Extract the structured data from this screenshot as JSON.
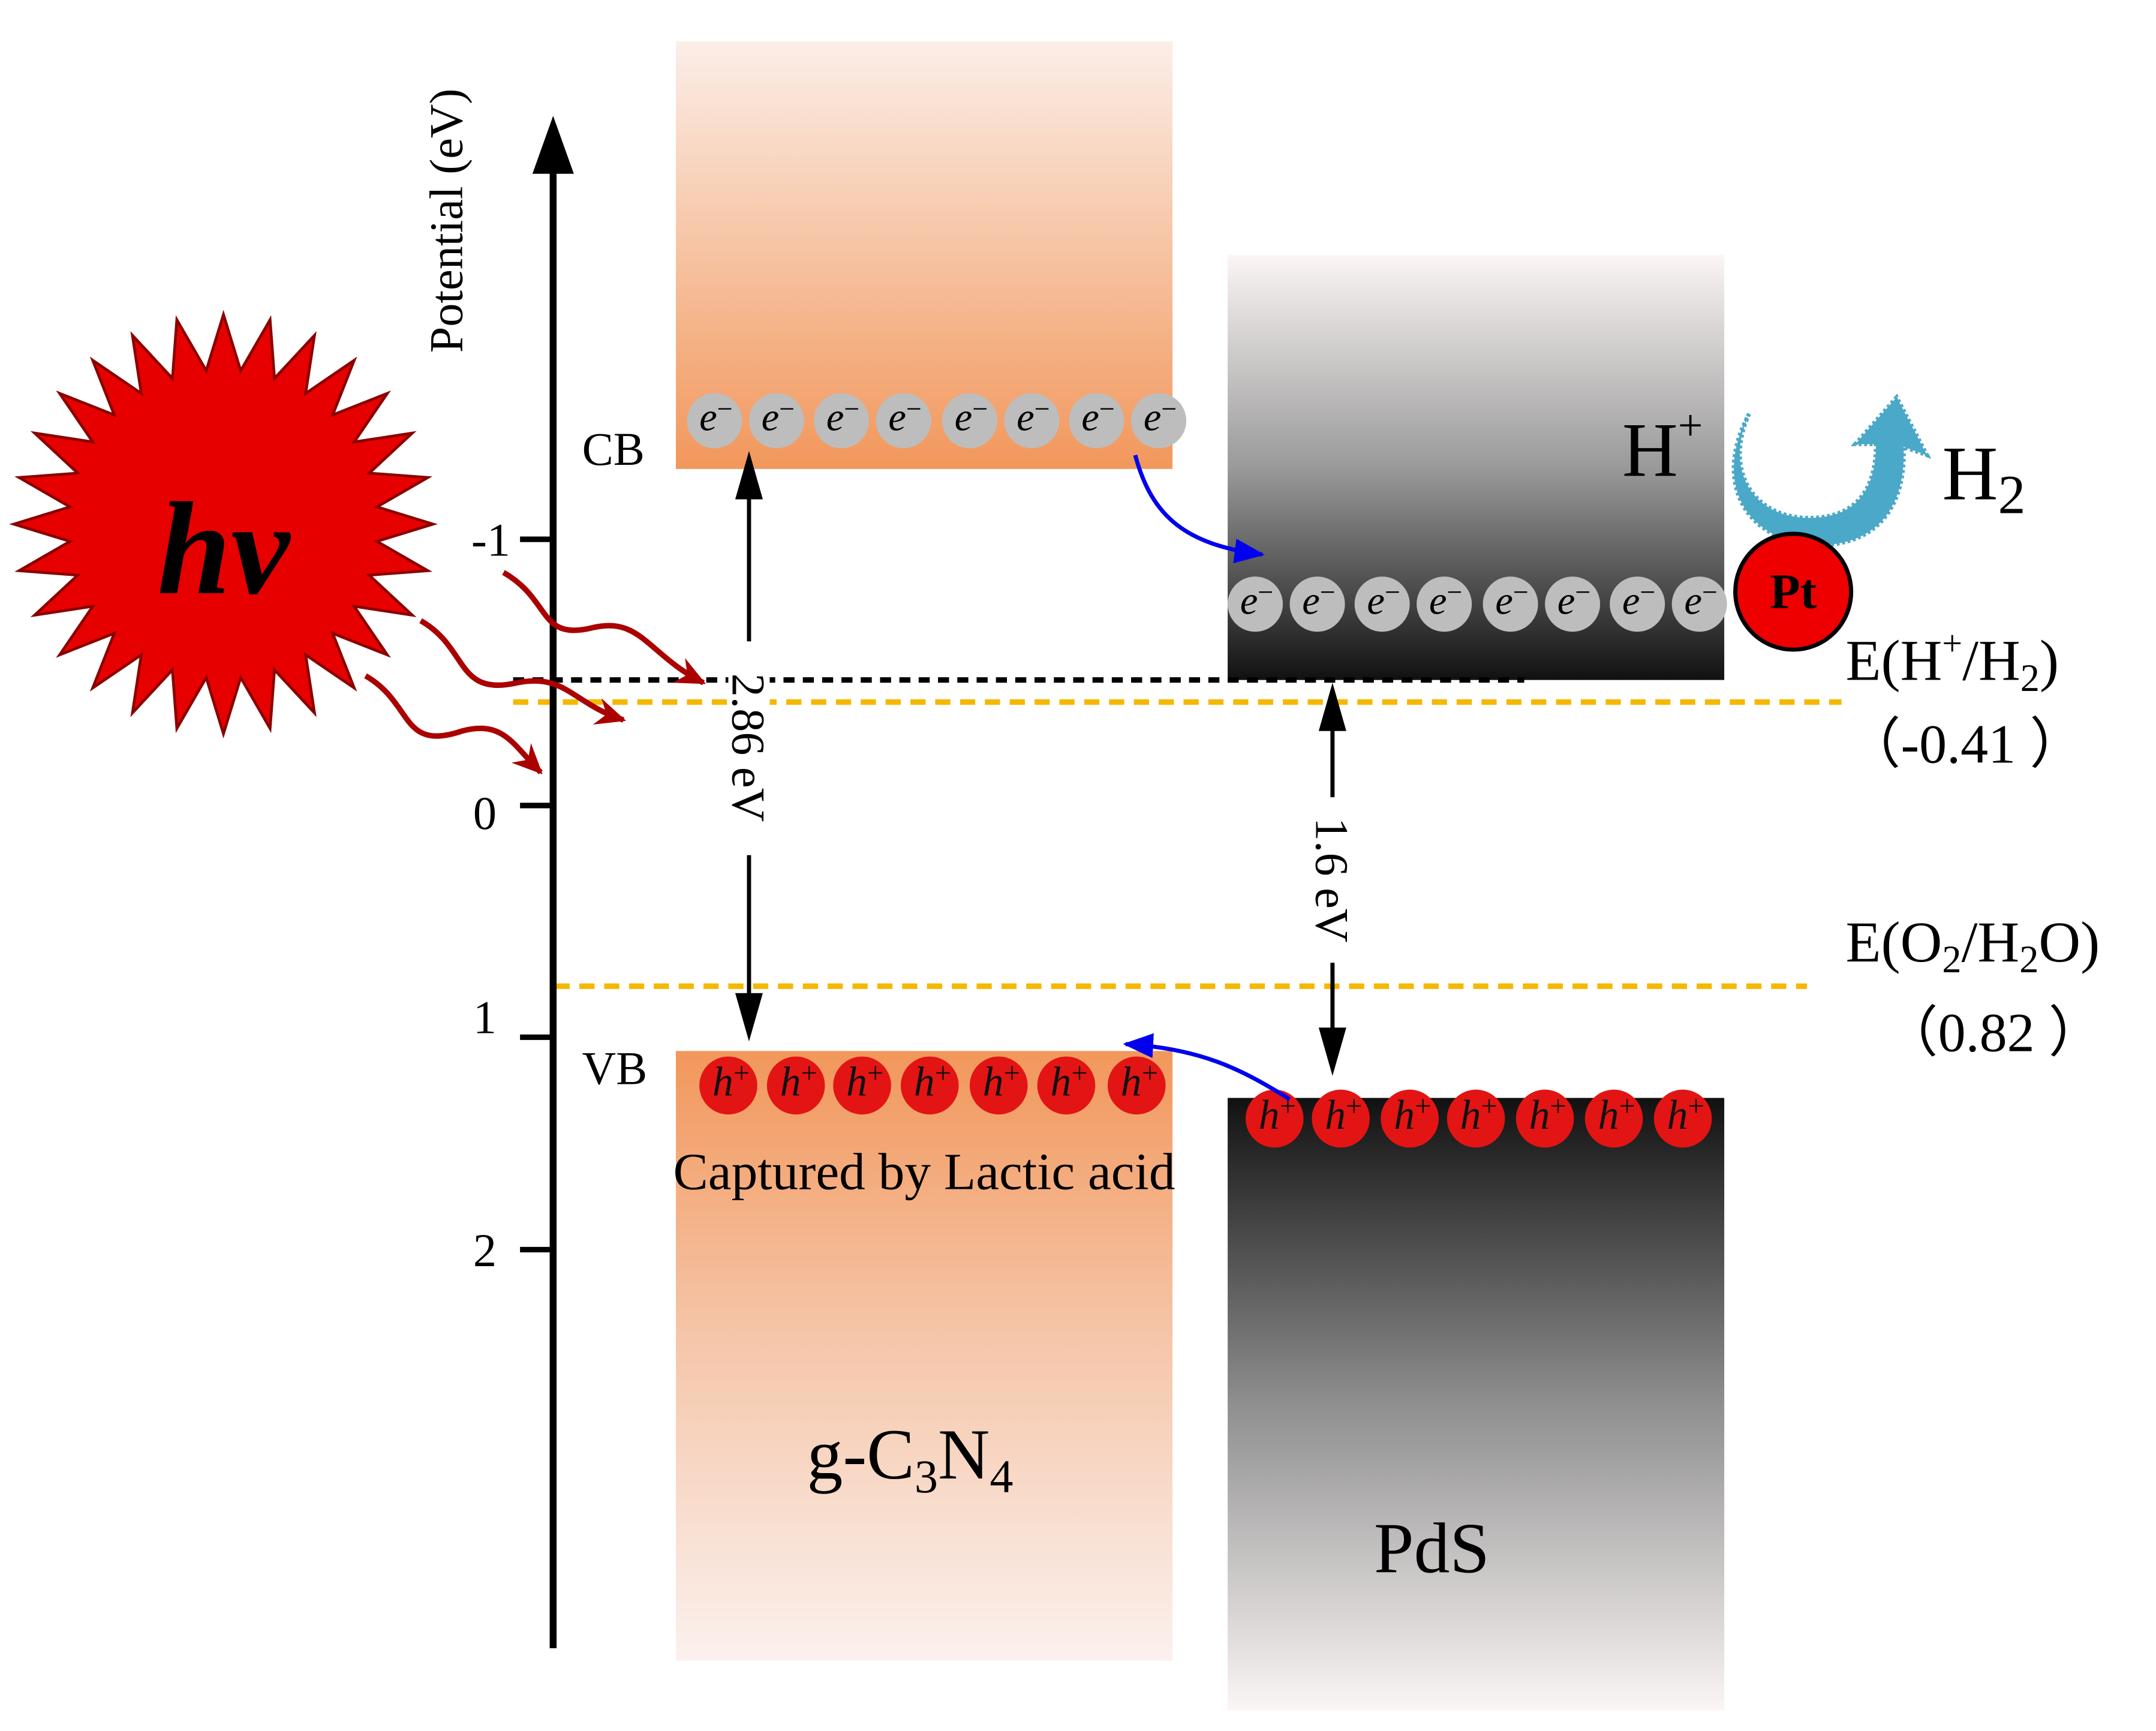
{
  "axis": {
    "label": "Potential (eV)",
    "ticks": [
      "-1",
      "0",
      "1",
      "2"
    ]
  },
  "illumination": {
    "label": "hv",
    "color": "#e60000"
  },
  "materials": {
    "gcn": {
      "label": "g-C",
      "sub1": "3",
      "mid": "N",
      "sub2": "4",
      "color": "#f2a06a"
    },
    "pds": {
      "label": "PdS",
      "color": "#111111"
    }
  },
  "bands": {
    "cb_label": "CB",
    "vb_label": "VB"
  },
  "gaps": {
    "gcn": "2.86 eV",
    "pds": "1.6 eV"
  },
  "carriers": {
    "electron": "e",
    "electron_sup": "−",
    "hole": "h",
    "hole_sup": "+"
  },
  "reaction": {
    "reactant": "H",
    "reactant_sup": "+",
    "product": "H",
    "product_sub": "2",
    "cocatalyst": "Pt",
    "arrow_color": "#4aa8c8"
  },
  "levels": {
    "h2": {
      "line1_a": "E(H",
      "line1_sup": "+",
      "line1_b": "/H",
      "line1_sub": "2",
      "line1_c": ")",
      "value": "（-0.41 ）"
    },
    "o2": {
      "line1_a": "E(O",
      "line1_sub": "2",
      "line1_b": "/H",
      "line1_sub2": "2",
      "line1_c": "O)",
      "value": "（0.82 ）"
    },
    "line_color": "#f5b800"
  },
  "sacrificial": {
    "text": "Captured by Lactic acid"
  },
  "colors": {
    "transfer_arrow": "#0000ee",
    "light_arrow": "#aa0000",
    "electron": "#bdbdbd",
    "hole": "#e31414"
  }
}
